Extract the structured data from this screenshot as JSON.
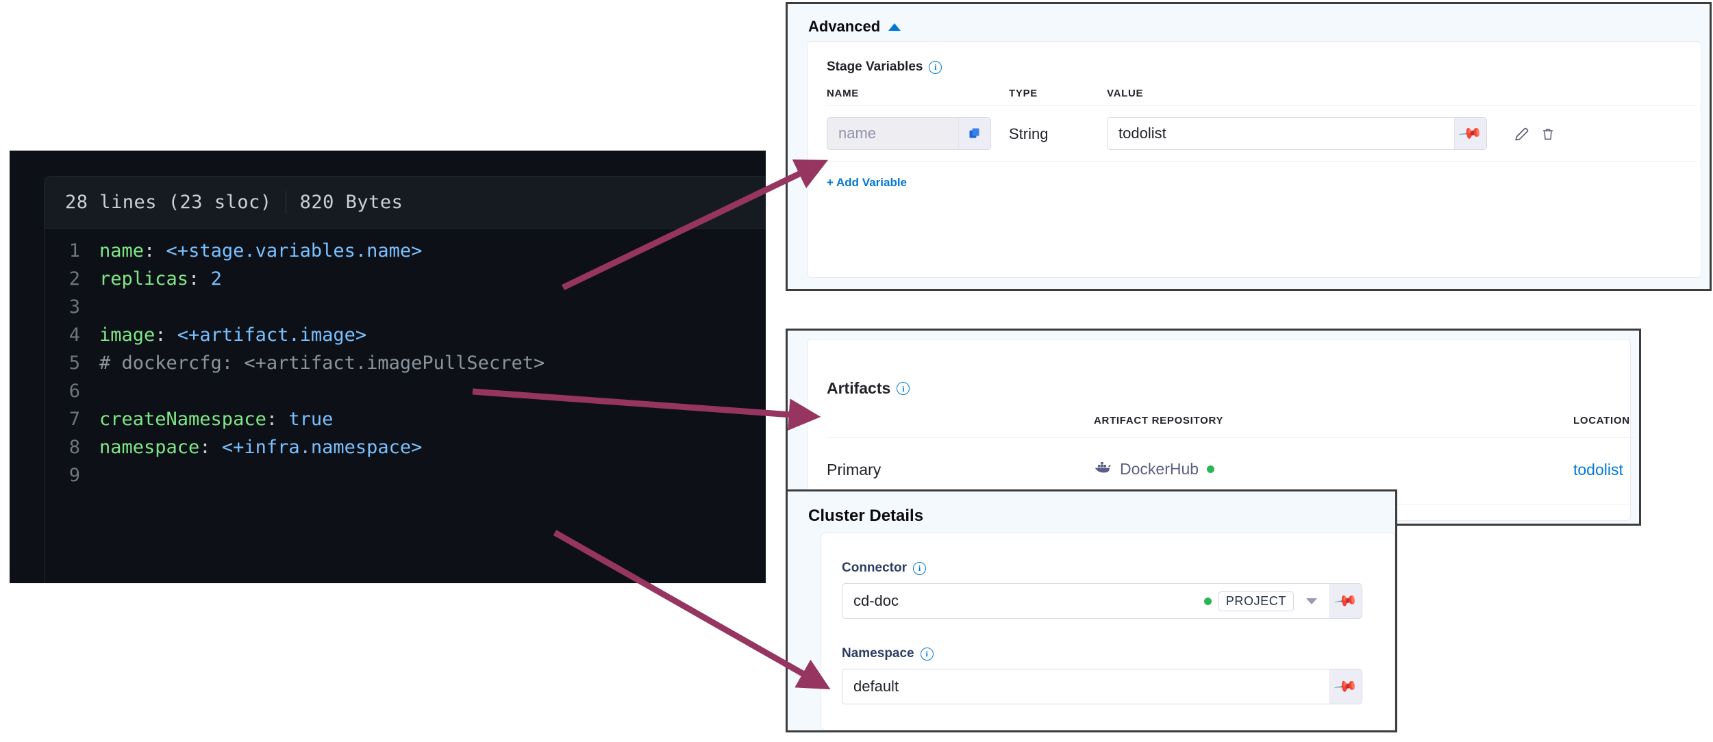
{
  "code_viewer": {
    "lines_label": "28 lines (23 sloc)",
    "bytes_label": "820 Bytes",
    "lines": [
      {
        "num": "1",
        "key": "name:",
        "value": " <+stage.variables.name>",
        "kind": "kv"
      },
      {
        "num": "2",
        "key": "replicas:",
        "value": " 2",
        "kind": "kv"
      },
      {
        "num": "3",
        "key": "",
        "value": "",
        "kind": "blank"
      },
      {
        "num": "4",
        "key": "image:",
        "value": " <+artifact.image>",
        "kind": "kv"
      },
      {
        "num": "5",
        "key": "",
        "value": "# dockercfg: <+artifact.imagePullSecret>",
        "kind": "comment"
      },
      {
        "num": "6",
        "key": "",
        "value": "",
        "kind": "blank"
      },
      {
        "num": "7",
        "key": "createNamespace:",
        "value": " true",
        "kind": "kv"
      },
      {
        "num": "8",
        "key": "namespace:",
        "value": " <+infra.namespace>",
        "kind": "kv"
      },
      {
        "num": "9",
        "key": "",
        "value": "",
        "kind": "blank"
      }
    ]
  },
  "advanced": {
    "title": "Advanced",
    "collapse_icon": "chevron-up-icon",
    "stage_variables": {
      "label": "Stage Variables",
      "info_icon": "info-icon",
      "columns": [
        "NAME",
        "TYPE",
        "VALUE"
      ],
      "rows": [
        {
          "name_placeholder": "name",
          "name_value": "",
          "copy_icon": "copy-icon",
          "type": "String",
          "value": "todolist",
          "pin_icon": "pin-icon",
          "edit_icon": "pencil-icon",
          "delete_icon": "trash-icon"
        }
      ],
      "add_variable_label": "+ Add Variable"
    }
  },
  "artifacts": {
    "label": "Artifacts",
    "info_icon": "info-icon",
    "columns": [
      "",
      "ARTIFACT REPOSITORY",
      "LOCATION"
    ],
    "rows": [
      {
        "type": "Primary",
        "repo_icon": "docker-whale-icon",
        "repo": "DockerHub",
        "status_dot": "green-status-dot",
        "location": "todolist"
      }
    ]
  },
  "cluster_details": {
    "title": "Cluster Details",
    "connector": {
      "label": "Connector",
      "info_icon": "info-icon",
      "value": "cd-doc",
      "status_dot": "green-status-dot",
      "scope_tag": "PROJECT",
      "dropdown_icon": "chevron-down-icon",
      "pin_icon": "pin-icon"
    },
    "namespace": {
      "label": "Namespace",
      "info_icon": "info-icon",
      "value": "default",
      "pin_icon": "pin-icon"
    }
  },
  "annotations": {
    "arrow_color": "#963560",
    "arrows": [
      {
        "name": "arrow-to-stage-variable-name",
        "from_label": "<+stage.variables.name>",
        "to_label": "name input"
      },
      {
        "name": "arrow-to-artifact-primary",
        "from_label": "<+artifact.image>",
        "to_label": "Primary artifact row"
      },
      {
        "name": "arrow-to-namespace-field",
        "from_label": "<+infra.namespace>",
        "to_label": "Namespace field"
      }
    ]
  },
  "colors": {
    "accent_blue": "#0278d5",
    "status_green": "#2bb656",
    "code_bg": "#0d1117",
    "code_key": "#7ee787",
    "code_value": "#79c0ff",
    "code_comment": "#8b949e",
    "panel_bg": "#f4f9fd",
    "arrow": "#963560"
  }
}
